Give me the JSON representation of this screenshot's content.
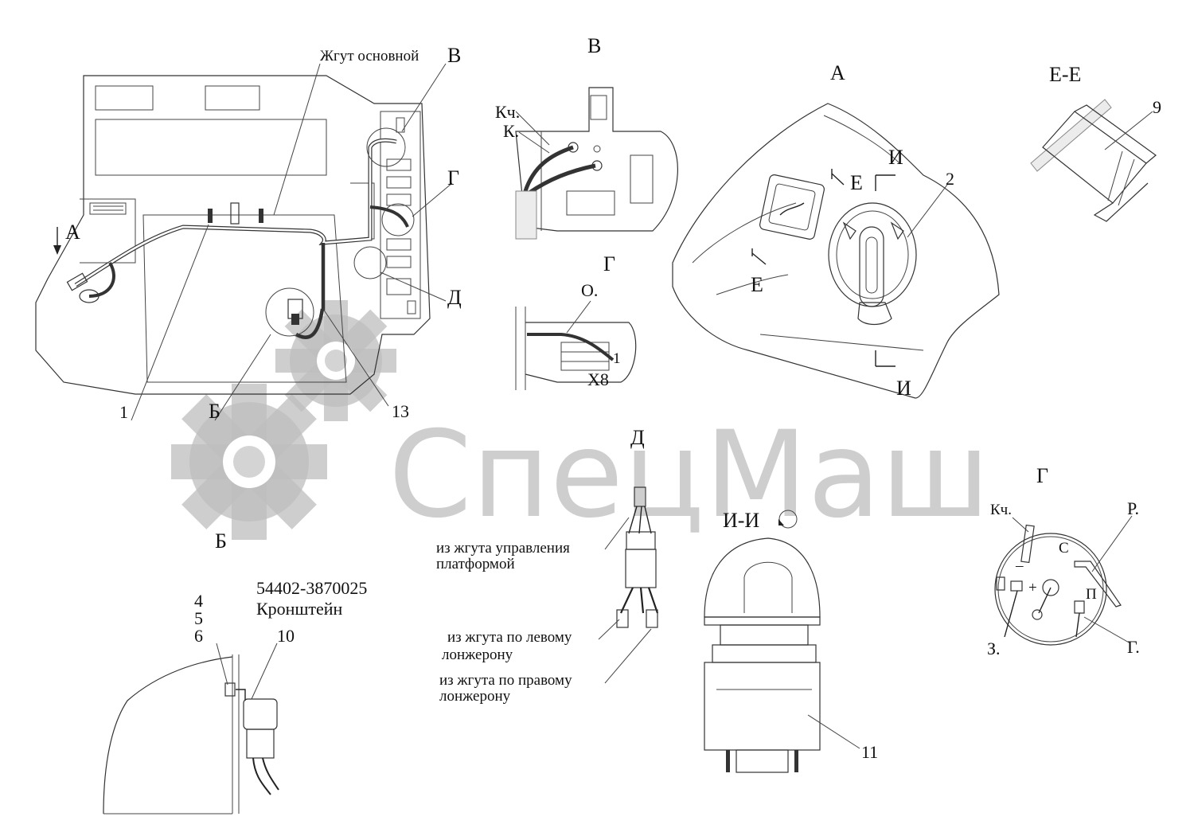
{
  "watermark": {
    "text": "СпецМаш",
    "icon": "gear-icon"
  },
  "main_view": {
    "label_harness": "Жгут основной",
    "callout_v": "В",
    "callout_g": "Г",
    "callout_d": "Д",
    "arrow_a": "А",
    "pos_1": "1",
    "callout_b": "Б",
    "pos_13": "13"
  },
  "view_v": {
    "title": "В",
    "kch": "Кч.",
    "k": "К."
  },
  "view_g_upper": {
    "title": "Г",
    "o": "О.",
    "x8": "Х8",
    "pin": "1"
  },
  "view_a": {
    "title": "А",
    "e_top": "Е",
    "i_top": "И",
    "e_bottom": "Е",
    "i_bottom": "И",
    "pos_2": "2"
  },
  "section_ee": {
    "title": "Е-Е",
    "pos_9": "9"
  },
  "view_d": {
    "title": "Д",
    "from_platform_line1": "из жгута управления",
    "from_platform_line2": "платформой",
    "from_left_line1": "из жгута по левому",
    "from_left_line2": "лонжерону",
    "from_right_line1": "из жгута по правому",
    "from_right_line2": "лонжерону"
  },
  "view_b": {
    "title": "Б"
  },
  "bracket_view": {
    "part_number": "54402-3870025",
    "part_name": "Кронштейн",
    "pos_4": "4",
    "pos_5": "5",
    "pos_6": "6",
    "pos_10": "10"
  },
  "section_ii": {
    "title": "И-И",
    "pos_11": "11"
  },
  "view_g_lower": {
    "title": "Г",
    "kch": "Кч.",
    "p": "Р.",
    "z": "З.",
    "g": "Г.",
    "c": "С",
    "pi": "П",
    "plus": "+",
    "minus": "–"
  }
}
